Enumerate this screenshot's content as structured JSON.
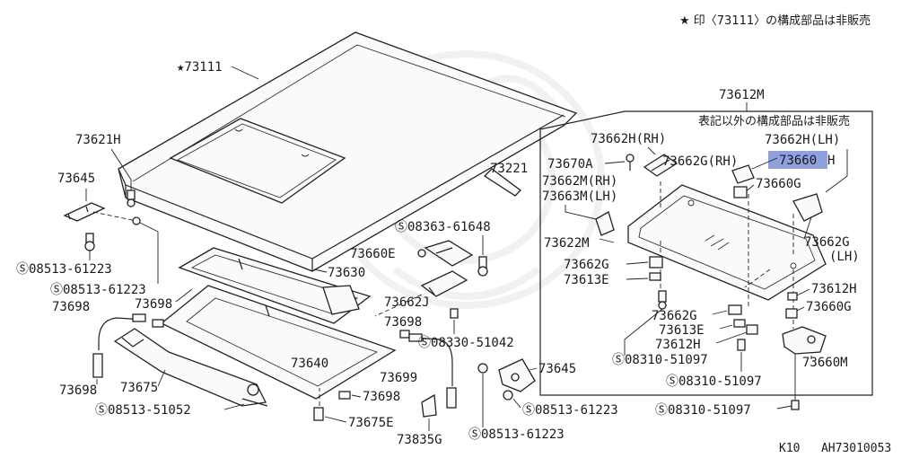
{
  "header_note": "★ 印〈73111〉の構成部品は非販売",
  "footer_code": "K10   AH73010053",
  "inset_box": {
    "title": "73612M",
    "note": "表記以外の構成部品は非販売"
  },
  "highlight_color": "#8fa0dc",
  "labels": {
    "l_73111": "★73111",
    "l_73621H": "73621H",
    "l_73645_a": "73645",
    "l_08513_61223_a": "Ⓢ08513-61223",
    "l_08513_61223_b": "Ⓢ08513-61223",
    "l_73698_a": "73698",
    "l_73698_b": "73698",
    "l_73698_c": "73698",
    "l_73698_d": "73698",
    "l_73698_e": "73698",
    "l_73675": "73675",
    "l_08513_51052": "Ⓢ08513-51052",
    "l_73675E": "73675E",
    "l_73835G": "73835G",
    "l_08513_61223_c": "Ⓢ08513-61223",
    "l_08513_61223_d": "Ⓢ08513-61223",
    "l_73645_b": "73645",
    "l_73699": "73699",
    "l_73640": "73640",
    "l_08330_51042": "Ⓢ08330-51042",
    "l_73662J": "73662J",
    "l_73630": "73630",
    "l_73660E": "73660E",
    "l_08363_61648": "Ⓢ08363-61648",
    "l_73221": "73221",
    "l_73662H_RH": "73662H(RH)",
    "l_73670A": "73670A",
    "l_73662M_RH": "73662M(RH)",
    "l_73663M_LH": "73663M(LH)",
    "l_73622M": "73622M",
    "l_73662G_a": "73662G",
    "l_73613E_a": "73613E",
    "l_73662G_RH": "73662G(RH)",
    "l_73660H_hl": "73660",
    "l_73660H_tail": "H",
    "l_73662H_LH": "73662H(LH)",
    "l_73660G_a": "73660G",
    "l_73662G_LH_1": "73662G",
    "l_73662G_LH_2": "(LH)",
    "l_73612H_a": "73612H",
    "l_73660G_b": "73660G",
    "l_73662G_b": "73662G",
    "l_73613E_b": "73613E",
    "l_73612H_b": "73612H",
    "l_08310_51097_a": "Ⓢ08310-51097",
    "l_08310_51097_b": "Ⓢ08310-51097",
    "l_08310_51097_c": "Ⓢ08310-51097",
    "l_73660M": "73660M"
  }
}
